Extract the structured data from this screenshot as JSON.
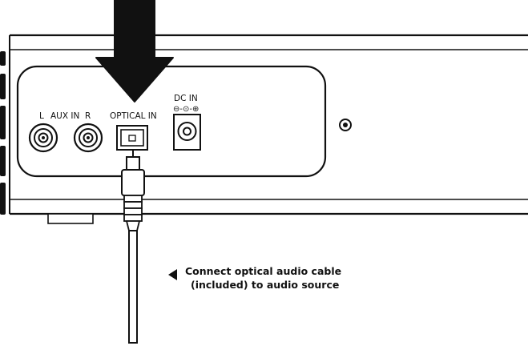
{
  "ports": {
    "aux": {
      "left": "L",
      "title": "AUX IN",
      "right": "R"
    },
    "optical": {
      "title": "OPTICAL IN"
    },
    "dc": {
      "title": "DC IN",
      "polarity_symbol": "⊖-⊙-⊕"
    }
  },
  "caption": {
    "line1": "Connect optical audio cable",
    "line2": "(included) to audio source"
  },
  "icons": {
    "insert_arrow": "down-arrow-icon",
    "caption_pointer": "triangle-left-icon"
  },
  "colors": {
    "ink": "#111111",
    "background": "#ffffff"
  }
}
